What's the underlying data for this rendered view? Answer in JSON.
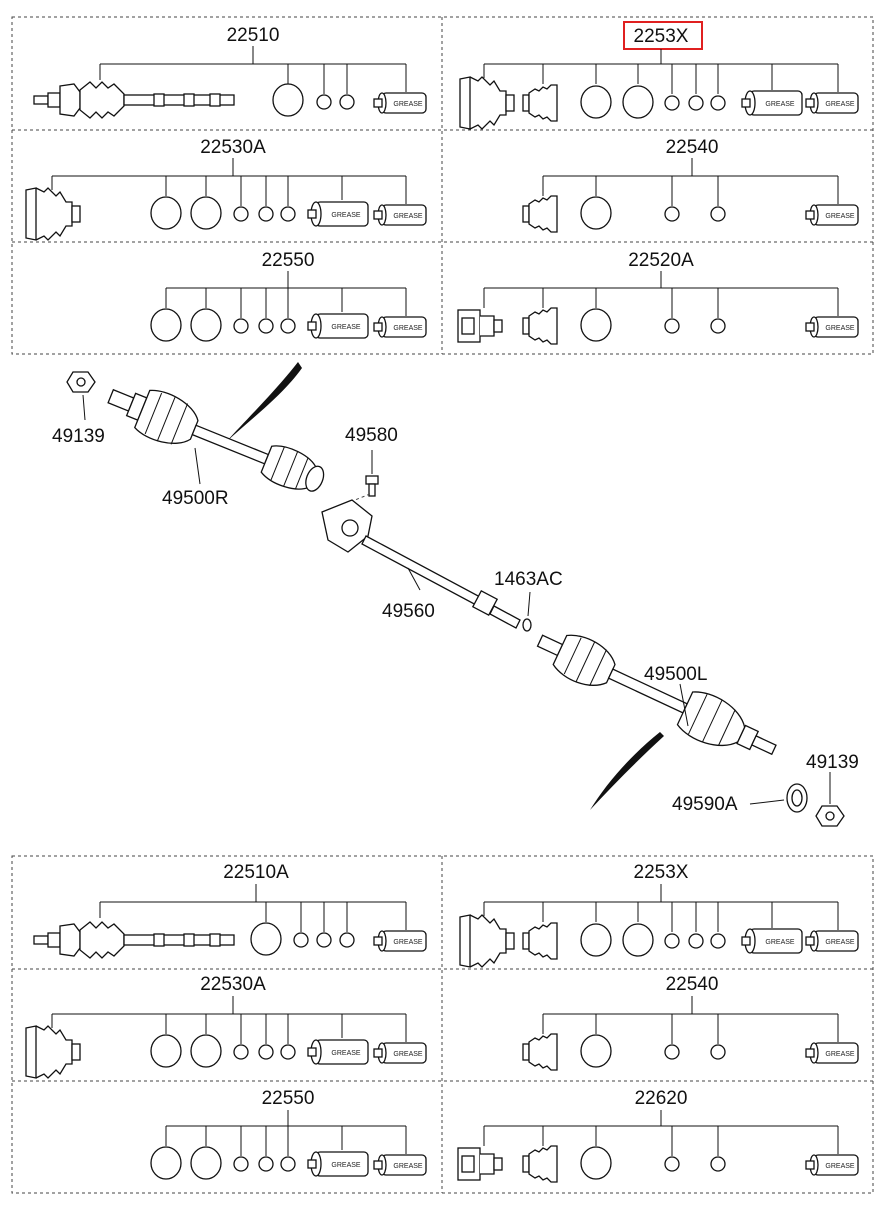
{
  "kits_top": [
    {
      "id": "kit-top-1",
      "label": "22510",
      "highlighted": false
    },
    {
      "id": "kit-top-2",
      "label": "2253X",
      "highlighted": true
    },
    {
      "id": "kit-top-3",
      "label": "22530A",
      "highlighted": false
    },
    {
      "id": "kit-top-4",
      "label": "22540",
      "highlighted": false
    },
    {
      "id": "kit-top-5",
      "label": "22550",
      "highlighted": false
    },
    {
      "id": "kit-top-6",
      "label": "22520A",
      "highlighted": false
    }
  ],
  "kits_bottom": [
    {
      "id": "kit-bot-1",
      "label": "22510A",
      "highlighted": false
    },
    {
      "id": "kit-bot-2",
      "label": "2253X",
      "highlighted": false
    },
    {
      "id": "kit-bot-3",
      "label": "22530A",
      "highlighted": false
    },
    {
      "id": "kit-bot-4",
      "label": "22540",
      "highlighted": false
    },
    {
      "id": "kit-bot-5",
      "label": "22550",
      "highlighted": false
    },
    {
      "id": "kit-bot-6",
      "label": "22620",
      "highlighted": false
    }
  ],
  "grease_label": "GREASE",
  "callouts": {
    "nut_right": "49139",
    "shaft_right": "49500R",
    "bolt": "49580",
    "bearing_bracket": "49560",
    "snap_ring": "1463AC",
    "shaft_left": "49500L",
    "nut_left": "49139",
    "seal": "49590A"
  },
  "highlight_color": "#e02020"
}
